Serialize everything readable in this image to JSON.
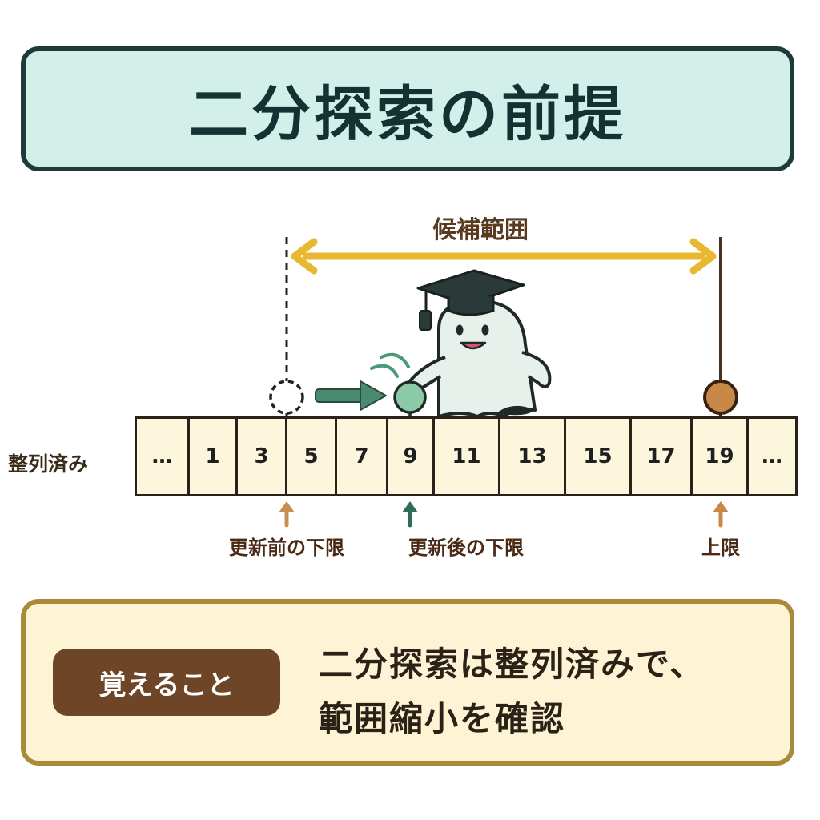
{
  "title": "二分探索の前提",
  "range_label": "候補範囲",
  "row_label": "整列済み",
  "cells": [
    "…",
    "1",
    "3",
    "5",
    "7",
    "9",
    "11",
    "13",
    "15",
    "17",
    "19",
    "…"
  ],
  "markers": {
    "old_lower": "更新前の下限",
    "new_lower": "更新後の下限",
    "upper": "上限"
  },
  "memo": {
    "badge": "覚えること",
    "line1": "二分探索は整列済みで、",
    "line2": "範囲縮小を確認"
  },
  "colors": {
    "range_arrow": "#e8b830",
    "old_lower": "#c89050",
    "new_lower": "#2e6e58",
    "upper": "#c88848"
  },
  "icons": {
    "character": "ghost-with-graduation-cap-icon"
  }
}
